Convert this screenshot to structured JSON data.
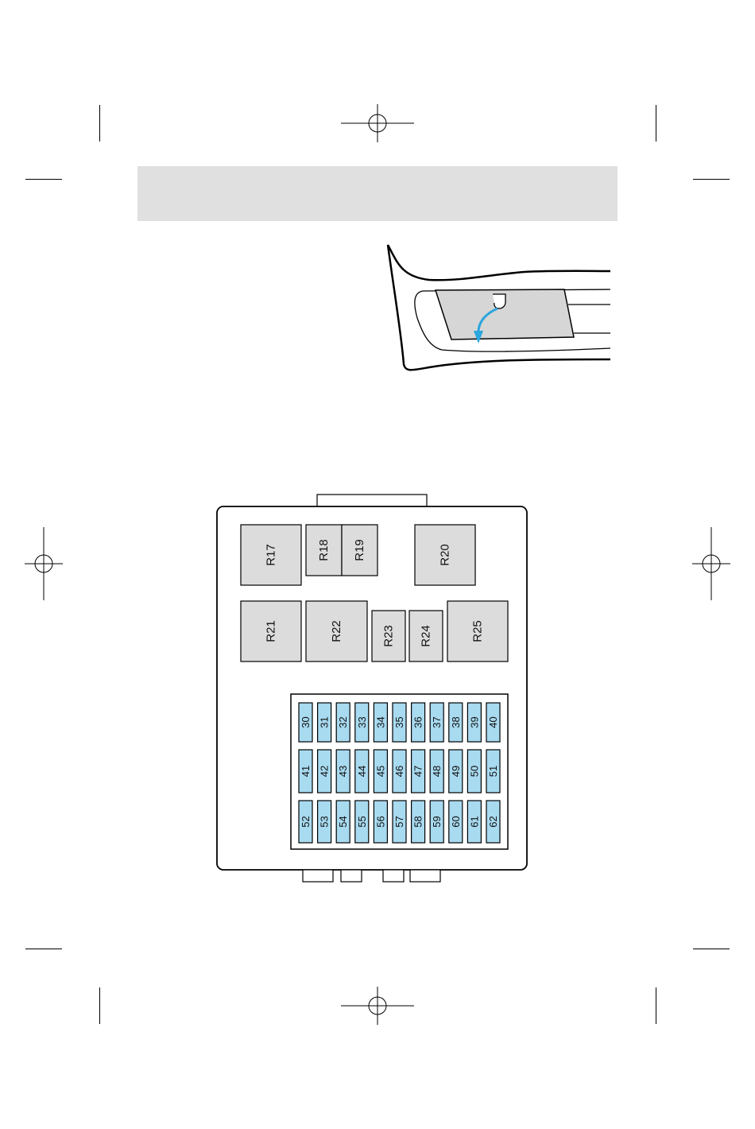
{
  "diagram": {
    "relays_row1": [
      "R17",
      "R18",
      "R19",
      "R20"
    ],
    "relays_row2": [
      "R21",
      "R22",
      "R23",
      "R24",
      "R25"
    ],
    "fuses_row1": [
      "30",
      "31",
      "32",
      "33",
      "34",
      "35",
      "36",
      "37",
      "38",
      "39",
      "40"
    ],
    "fuses_row2": [
      "41",
      "42",
      "43",
      "44",
      "45",
      "46",
      "47",
      "48",
      "49",
      "50",
      "51"
    ],
    "fuses_row3": [
      "52",
      "53",
      "54",
      "55",
      "56",
      "57",
      "58",
      "59",
      "60",
      "61",
      "62"
    ]
  },
  "colors": {
    "relay_fill": "#dcdcdc",
    "fuse_fill": "#a8daf0",
    "header_band": "#e0e0e0",
    "arrow": "#2ba6de",
    "cover_fill": "#d6d6d6"
  },
  "icons": [
    "crop-mark",
    "registration-target-icon",
    "pull-down-arrow-icon"
  ]
}
